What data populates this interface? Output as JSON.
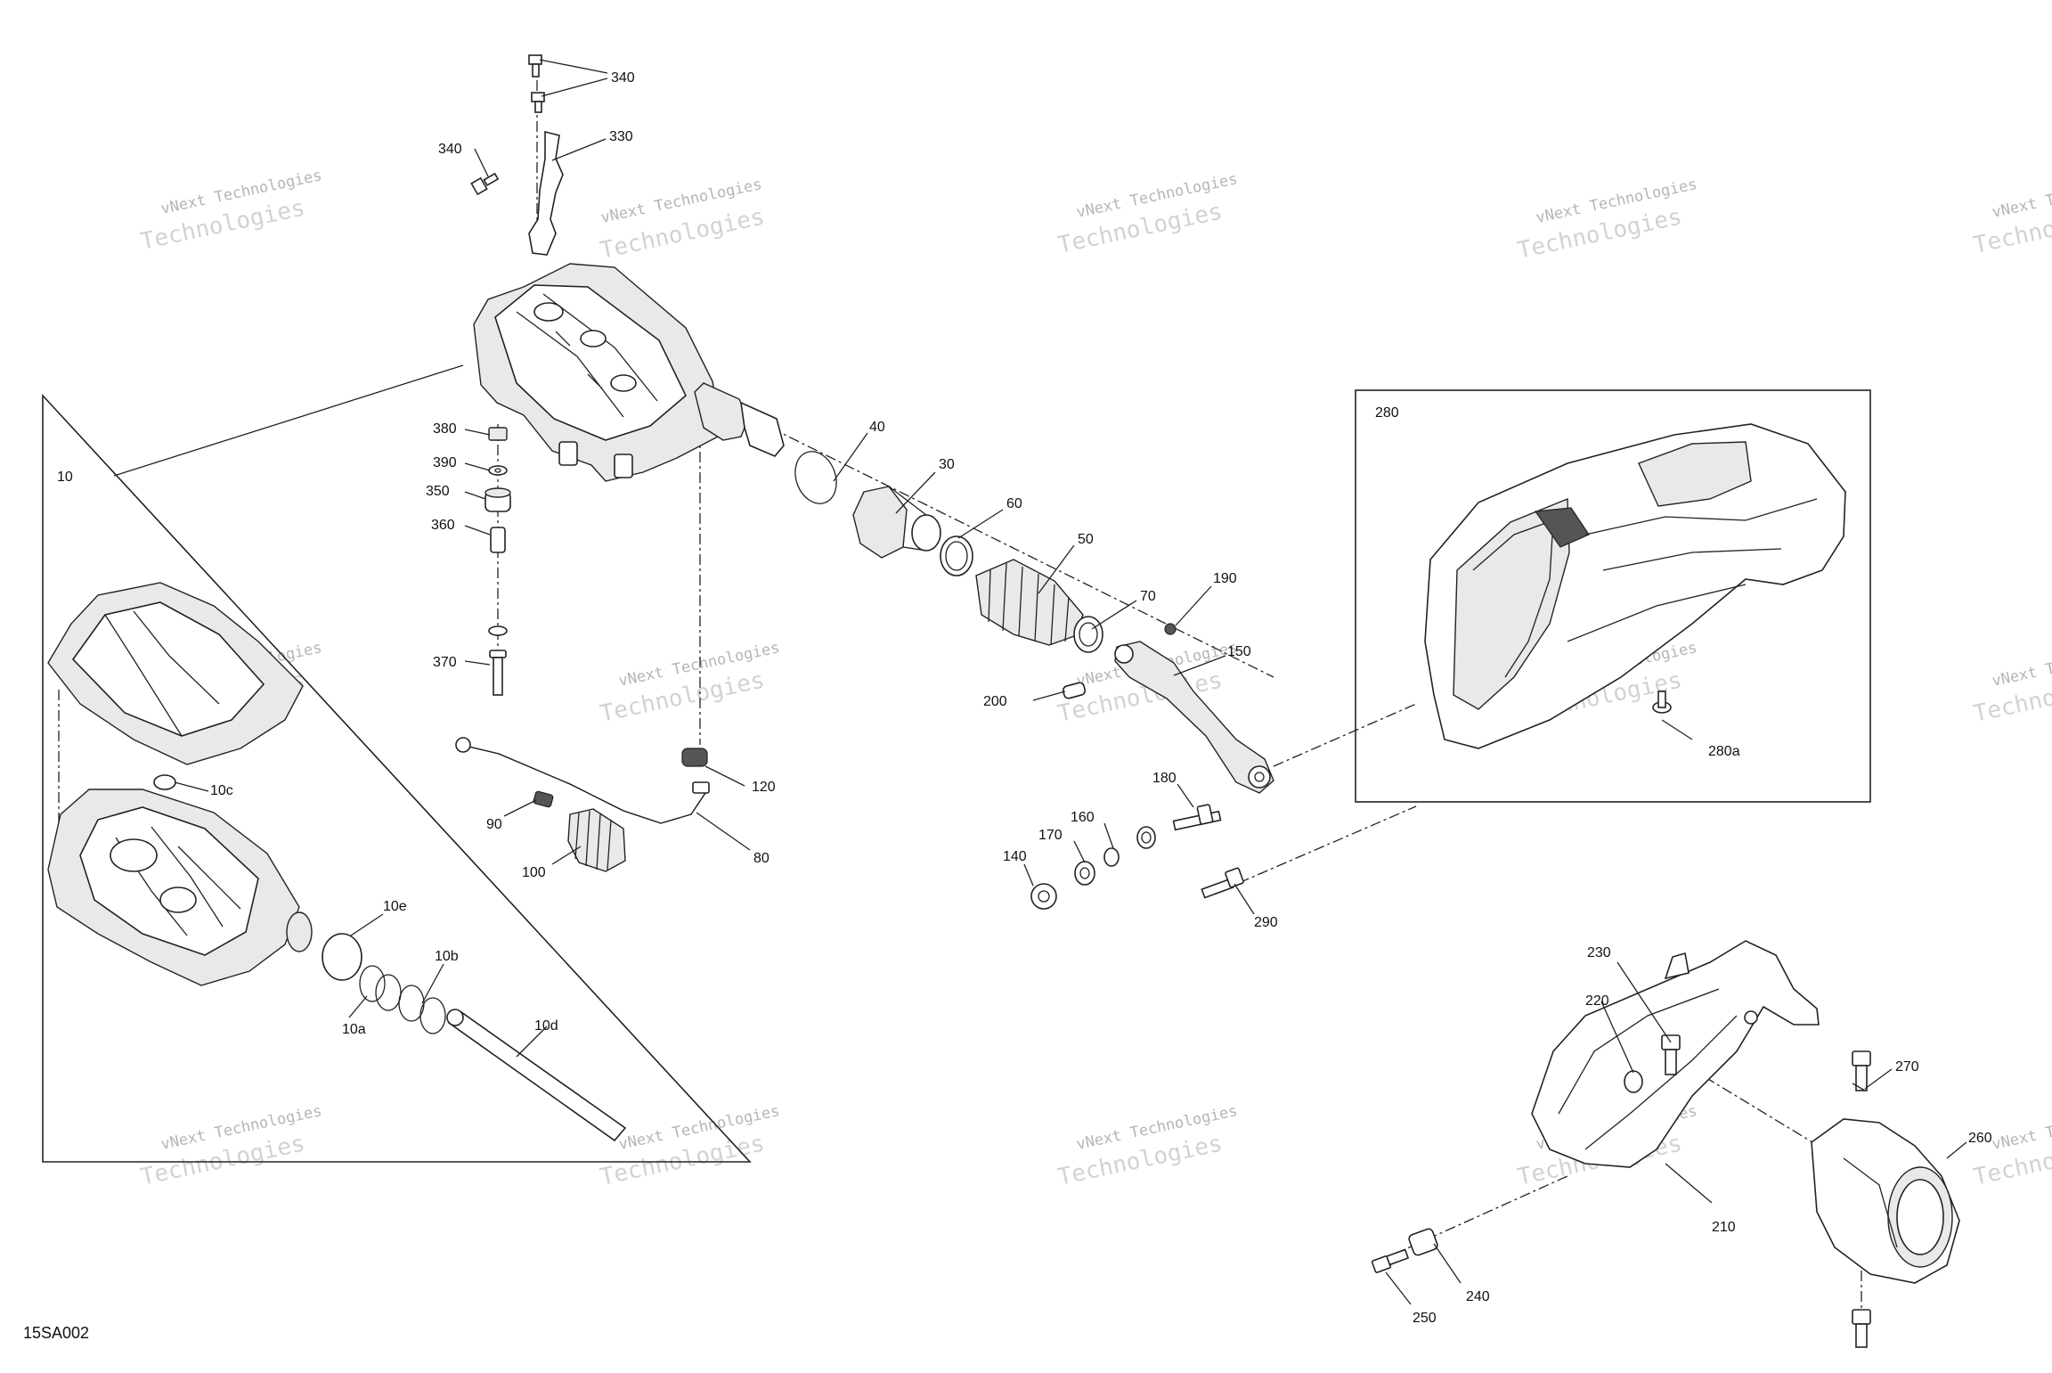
{
  "figure_code": "15SA002",
  "watermark": {
    "line1": "vNext Technologies",
    "line2": "Technologies"
  },
  "callouts": [
    {
      "id": "340a",
      "label": "340"
    },
    {
      "id": "340b",
      "label": "340"
    },
    {
      "id": "330",
      "label": "330"
    },
    {
      "id": "10",
      "label": "10"
    },
    {
      "id": "380",
      "label": "380"
    },
    {
      "id": "390",
      "label": "390"
    },
    {
      "id": "350",
      "label": "350"
    },
    {
      "id": "360",
      "label": "360"
    },
    {
      "id": "370",
      "label": "370"
    },
    {
      "id": "40",
      "label": "40"
    },
    {
      "id": "30",
      "label": "30"
    },
    {
      "id": "60",
      "label": "60"
    },
    {
      "id": "50",
      "label": "50"
    },
    {
      "id": "70",
      "label": "70"
    },
    {
      "id": "190",
      "label": "190"
    },
    {
      "id": "150",
      "label": "150"
    },
    {
      "id": "200",
      "label": "200"
    },
    {
      "id": "180",
      "label": "180"
    },
    {
      "id": "160",
      "label": "160"
    },
    {
      "id": "170",
      "label": "170"
    },
    {
      "id": "140",
      "label": "140"
    },
    {
      "id": "290",
      "label": "290"
    },
    {
      "id": "120",
      "label": "120"
    },
    {
      "id": "80",
      "label": "80"
    },
    {
      "id": "90",
      "label": "90"
    },
    {
      "id": "100",
      "label": "100"
    },
    {
      "id": "10c",
      "label": "10c"
    },
    {
      "id": "10e",
      "label": "10e"
    },
    {
      "id": "10b",
      "label": "10b"
    },
    {
      "id": "10a",
      "label": "10a"
    },
    {
      "id": "10d",
      "label": "10d"
    },
    {
      "id": "280",
      "label": "280"
    },
    {
      "id": "280a",
      "label": "280a"
    },
    {
      "id": "230",
      "label": "230"
    },
    {
      "id": "220",
      "label": "220"
    },
    {
      "id": "270",
      "label": "270"
    },
    {
      "id": "260",
      "label": "260"
    },
    {
      "id": "210",
      "label": "210"
    },
    {
      "id": "240",
      "label": "240"
    },
    {
      "id": "250",
      "label": "250"
    }
  ]
}
